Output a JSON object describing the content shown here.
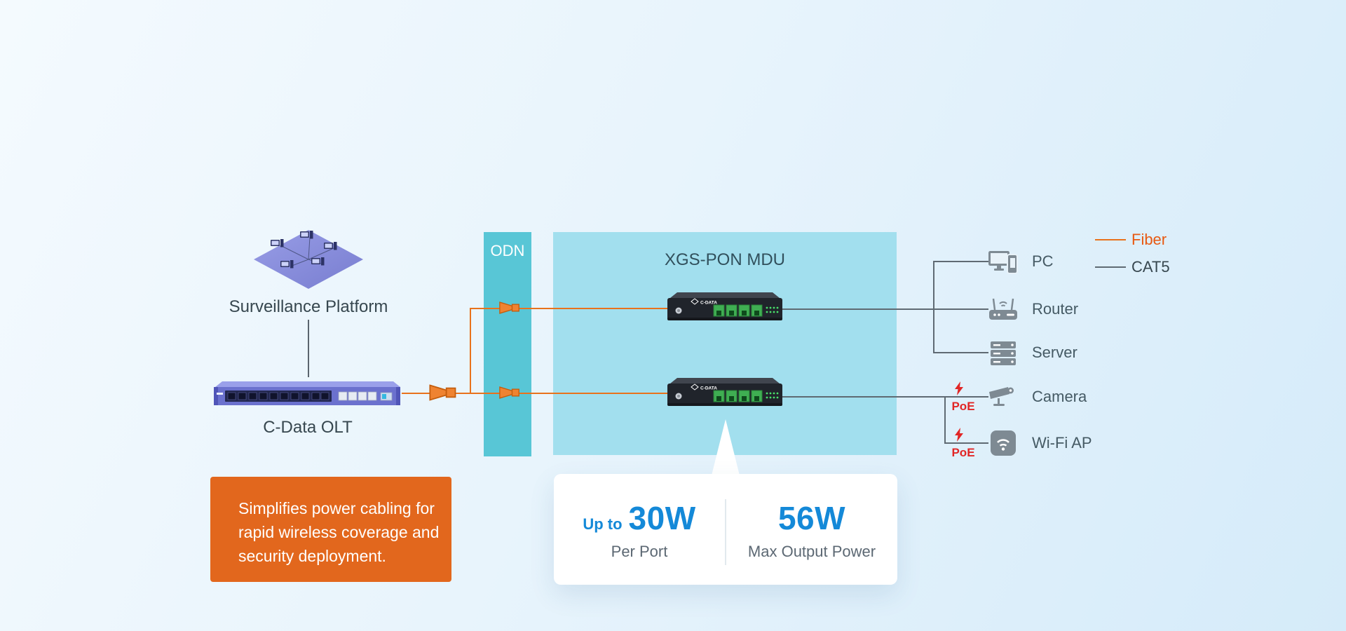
{
  "legend": {
    "items": [
      {
        "name": "fiber",
        "label": "Fiber",
        "text_color": "#e85912",
        "line_color": "#e8721c"
      },
      {
        "name": "cat5",
        "label": "CAT5",
        "text_color": "#37474f",
        "line_color": "#5f6a73"
      }
    ]
  },
  "surveillance": {
    "label": "Surveillance Platform"
  },
  "olt": {
    "label": "C-Data OLT"
  },
  "odn": {
    "label": "ODN"
  },
  "mdu": {
    "label": "XGS-PON MDU",
    "device_logo": "C-DATA"
  },
  "endpoints": [
    {
      "label": "PC",
      "icon": "pc-icon"
    },
    {
      "label": "Router",
      "icon": "router-icon"
    },
    {
      "label": "Server",
      "icon": "server-icon"
    },
    {
      "label": "Camera",
      "icon": "camera-icon",
      "poe_label": "PoE"
    },
    {
      "label": "Wi-Fi AP",
      "icon": "wifi-ap-icon",
      "poe_label": "PoE"
    }
  ],
  "power_callout": {
    "up_to": "Up to",
    "per_port_value": "30W",
    "per_port_label": "Per Port",
    "max_value": "56W",
    "max_label": "Max Output Power",
    "accent_color": "#1489d8"
  },
  "info_box": {
    "lines": [
      "Simplifies power cabling for",
      "rapid wireless coverage and",
      "security deployment."
    ],
    "bg_color": "#e2671d"
  },
  "colors": {
    "fiber": "#e8721c",
    "cat5": "#5f6a73",
    "odn_band": "#58c6d6",
    "mdu_panel": "#a2dfee",
    "poe_red": "#e12626",
    "accent_blue": "#1489d8",
    "heading_text": "#37474f"
  }
}
